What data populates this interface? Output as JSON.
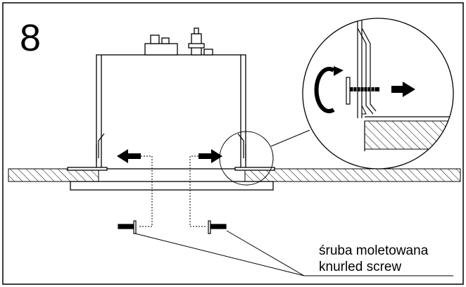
{
  "step_number": "8",
  "labels": {
    "polish": "śruba moletowana",
    "english": "knurled screw"
  },
  "colors": {
    "line": "#000000",
    "background": "#ffffff",
    "hatch": "#000000"
  },
  "icons": {
    "rotate": "rotate-clockwise-icon",
    "arrow_left": "arrow-left-icon",
    "arrow_right": "arrow-right-icon"
  }
}
